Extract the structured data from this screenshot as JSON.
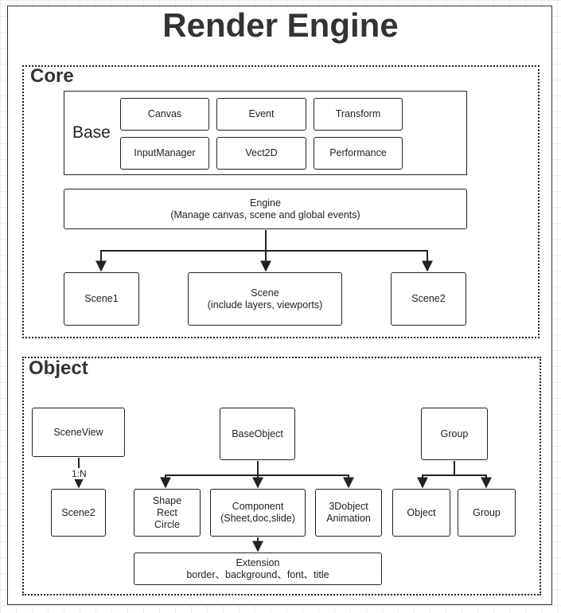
{
  "diagram": {
    "title": "Render Engine",
    "core": {
      "label": "Core",
      "base": {
        "label": "Base",
        "items": [
          "Canvas",
          "Event",
          "Transform",
          "InputManager",
          "Vect2D",
          "Performance"
        ]
      },
      "engine": "Engine\n(Manage canvas, scene and global events)",
      "scenes": {
        "scene1": "Scene1",
        "scene": "Scene\n(include layers, viewports)",
        "scene2": "Scene2"
      }
    },
    "object": {
      "label": "Object",
      "scene_view": "SceneView",
      "scene_view_relation": "1:N",
      "scene2": "Scene2",
      "base_object": "BaseObject",
      "shape": "Shape\nRect\nCircle",
      "component": "Component\n(Sheet,doc,slide)",
      "object_3d": "3Dobject\nAnimation",
      "extension": "Extension\nborder、background、font、title",
      "group": "Group",
      "group_object": "Object",
      "group_group": "Group"
    }
  },
  "colors": {
    "line": "#222222",
    "grid": "#ececec"
  }
}
